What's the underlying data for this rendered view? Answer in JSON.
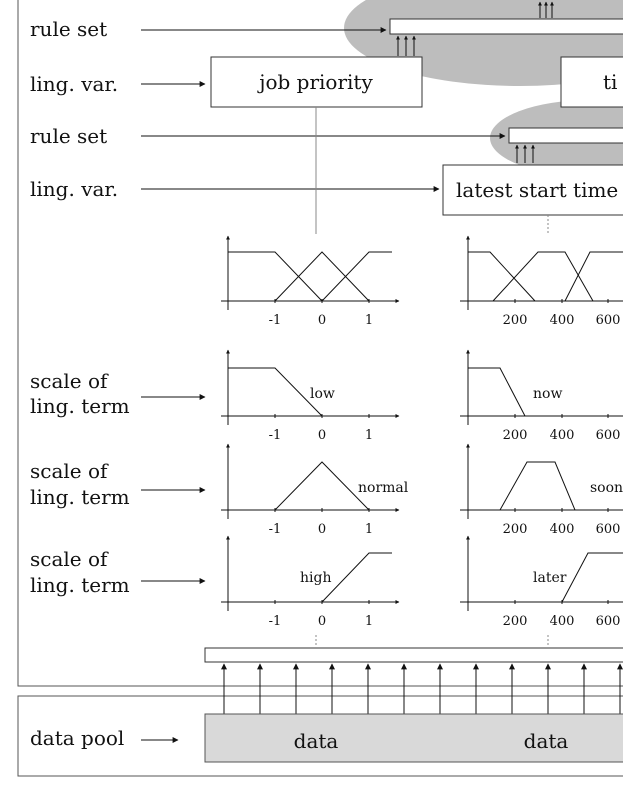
{
  "labels": {
    "rule_set_1": "rule set",
    "ling_var_1": "ling. var.",
    "rule_set_2": "rule set",
    "ling_var_2": "ling. var.",
    "scale_1_line1": "scale of",
    "scale_1_line2": "ling. term",
    "scale_2_line1": "scale of",
    "scale_2_line2": "ling. term",
    "scale_3_line1": "scale of",
    "scale_3_line2": "ling. term",
    "data_pool": "data pool"
  },
  "boxes": {
    "job_priority": "job priority",
    "latest_start_time": "latest start time",
    "cut_box": "ti"
  },
  "terms": {
    "low": "low",
    "normal": "normal",
    "high": "high",
    "now": "now",
    "soon": "soon",
    "later": "later"
  },
  "ticks": {
    "left": [
      "-1",
      "0",
      "1"
    ],
    "right": [
      "200",
      "400",
      "600"
    ]
  },
  "data": {
    "cell_1": "data",
    "cell_2": "data"
  }
}
